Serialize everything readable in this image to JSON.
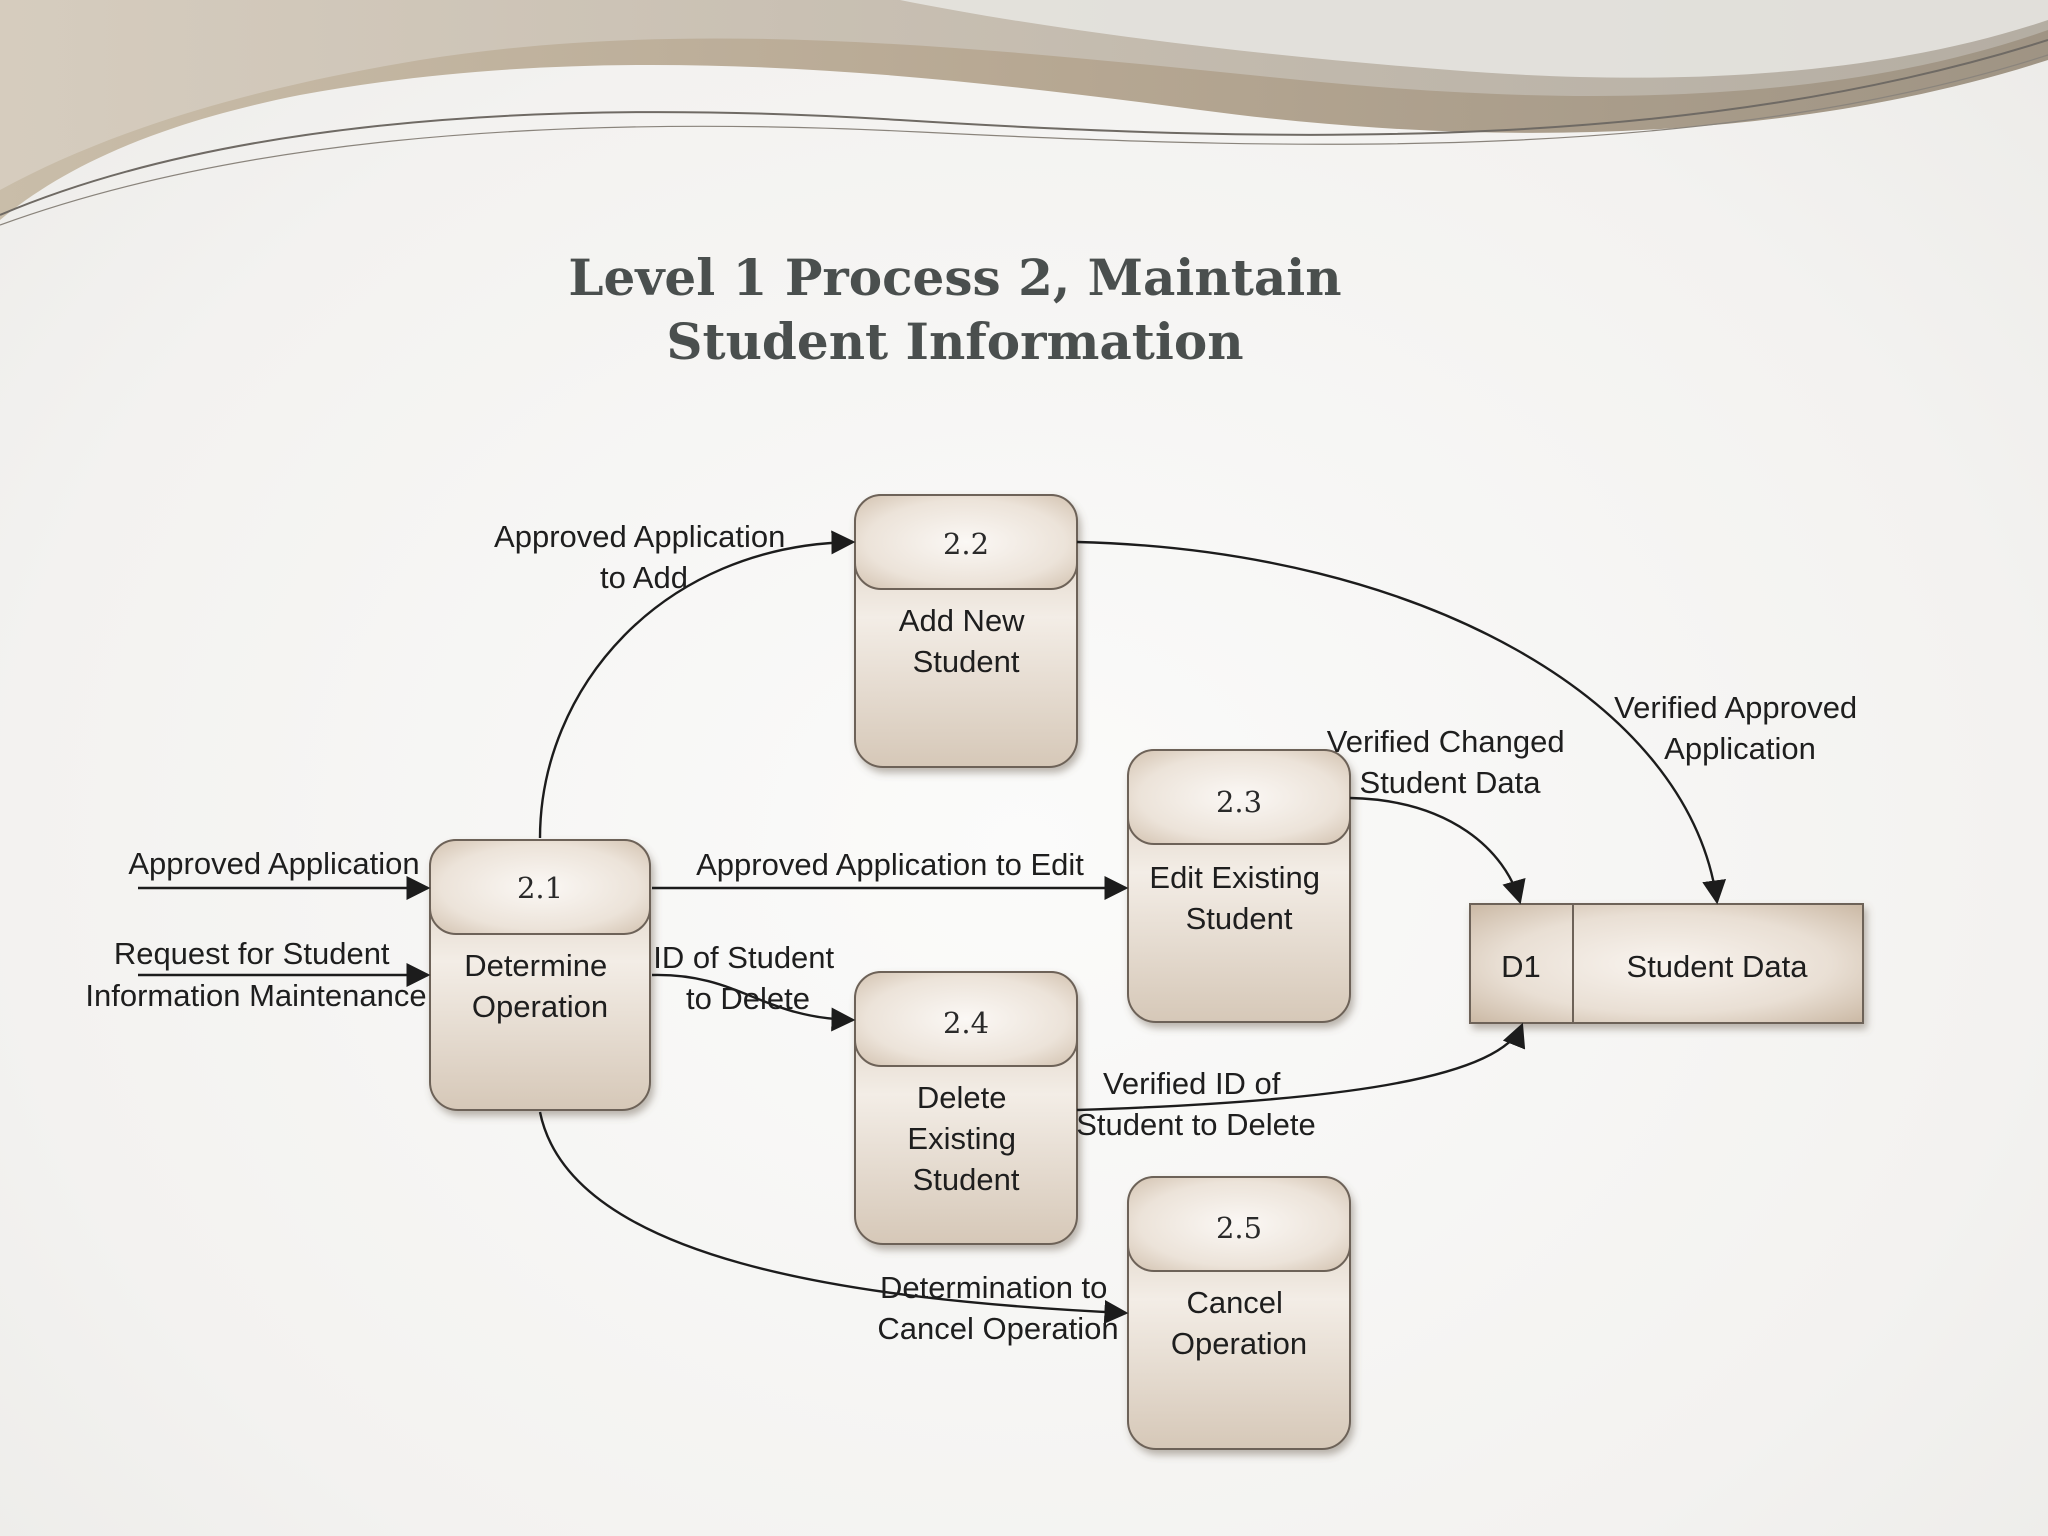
{
  "title": "Level 1 Process 2, Maintain Student Information",
  "colors": {
    "title": "#4a4f4e",
    "process_fill": "#e4d8cb",
    "process_stroke": "#6d6258",
    "arrow": "#1c1c1c"
  },
  "processes": {
    "p21": {
      "id": "2.1",
      "name": [
        "Determine",
        "Operation"
      ]
    },
    "p22": {
      "id": "2.2",
      "name": [
        "Add New",
        "Student"
      ]
    },
    "p23": {
      "id": "2.3",
      "name": [
        "Edit Existing",
        "Student"
      ]
    },
    "p24": {
      "id": "2.4",
      "name": [
        "Delete",
        "Existing",
        "Student"
      ]
    },
    "p25": {
      "id": "2.5",
      "name": [
        "Cancel",
        "Operation"
      ]
    }
  },
  "data_store": {
    "id": "D1",
    "name": "Student Data"
  },
  "flows": {
    "approved_application": [
      "Approved Application"
    ],
    "request_maintenance": [
      "Request for Student",
      "Information Maintenance"
    ],
    "approved_to_add": [
      "Approved Application",
      "to Add"
    ],
    "approved_to_edit": [
      "Approved Application to Edit"
    ],
    "id_to_delete": [
      "ID of Student",
      "to Delete"
    ],
    "cancel_determination": [
      "Determination to",
      "Cancel Operation"
    ],
    "verified_changed": [
      "Verified Changed",
      "Student Data"
    ],
    "verified_approved": [
      "Verified Approved",
      "Application"
    ],
    "verified_id_delete": [
      "Verified ID of",
      "Student to Delete"
    ]
  }
}
